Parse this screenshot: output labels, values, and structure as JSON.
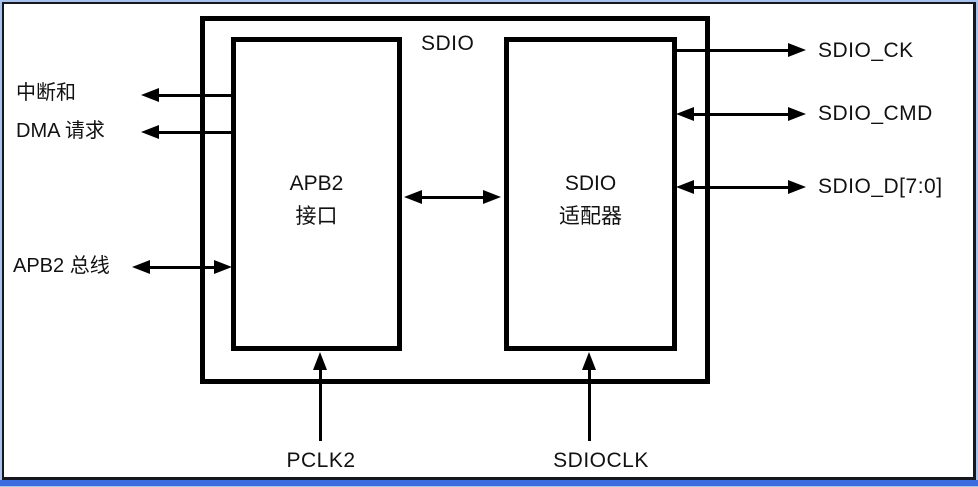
{
  "diagram": {
    "outer_box_label": "SDIO",
    "blocks": {
      "apb2_interface": {
        "line1": "APB2",
        "line2": "接口"
      },
      "sdio_adapter": {
        "line1": "SDIO",
        "line2": "适配器"
      }
    },
    "signals": {
      "interrupt": "中断和",
      "dma_request": "DMA 请求",
      "apb2_bus": "APB2 总线",
      "sdio_ck": "SDIO_CK",
      "sdio_cmd": "SDIO_CMD",
      "sdio_d": "SDIO_D[7:0]",
      "pclk2": "PCLK2",
      "sdioclk": "SDIOCLK"
    },
    "colors": {
      "line": "#000000",
      "background": "#ffffff",
      "frame_dark": "#16161f",
      "frame_blue_light": "#a9c3ef",
      "bottom_bar_blue": "#3d6cdf"
    }
  }
}
